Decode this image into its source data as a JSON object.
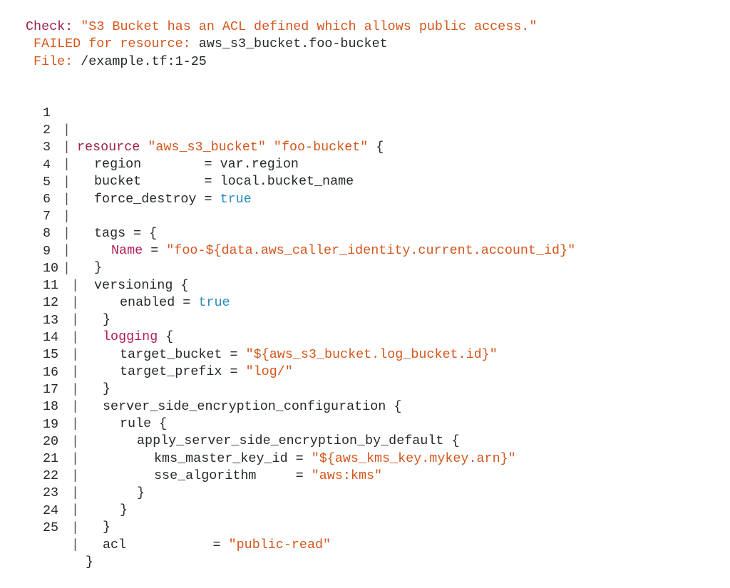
{
  "header": {
    "check_key": "Check:",
    "check_value": "\"S3 Bucket has an ACL defined which allows public access.\"",
    "failed_key": "FAILED for resource:",
    "failed_value": "aws_s3_bucket.foo-bucket",
    "file_key": "File:",
    "file_value": "/example.tf:1-25"
  },
  "colors": {
    "keyword": "#9d1f4b",
    "string": "#d4561c",
    "boolean": "#2a8bc1",
    "text": "#24292e"
  },
  "code": {
    "l1": {
      "n": "1",
      "bar": "|",
      "a": "resource ",
      "b": "\"aws_s3_bucket\" \"foo-bucket\"",
      "c": " {"
    },
    "l2": {
      "n": "2",
      "bar": "|",
      "a": "region        = var.region"
    },
    "l3": {
      "n": "3",
      "bar": "|",
      "a": "bucket        = local.bucket_name"
    },
    "l4": {
      "n": "4",
      "bar": "|",
      "a": "force_destroy = ",
      "b": "true"
    },
    "l5": {
      "n": "5",
      "bar": "|"
    },
    "l6": {
      "n": "6",
      "bar": "|",
      "a": "tags = {"
    },
    "l7": {
      "n": "7",
      "bar": "|",
      "a": "Name",
      "b": " = ",
      "c": "\"foo-${data.aws_caller_identity.current.account_id}\""
    },
    "l8": {
      "n": "8",
      "bar": "|",
      "a": "}"
    },
    "l9": {
      "n": "9",
      "bar": "|",
      "a": "versioning {"
    },
    "l10": {
      "n": "10",
      "bar": "|",
      "a": "enabled = ",
      "b": "true"
    },
    "l11": {
      "n": "11",
      "bar": "|",
      "a": "}"
    },
    "l12": {
      "n": "12",
      "bar": "|",
      "a": "logging",
      "b": " {"
    },
    "l13": {
      "n": "13",
      "bar": "|",
      "a": "target_bucket = ",
      "b": "\"${aws_s3_bucket.log_bucket.id}\""
    },
    "l14": {
      "n": "14",
      "bar": "|",
      "a": "target_prefix = ",
      "b": "\"log/\""
    },
    "l15": {
      "n": "15",
      "bar": "|",
      "a": "}"
    },
    "l16": {
      "n": "16",
      "bar": "|",
      "a": "server_side_encryption_configuration {"
    },
    "l17": {
      "n": "17",
      "bar": "|",
      "a": "rule {"
    },
    "l18": {
      "n": "18",
      "bar": "|",
      "a": "apply_server_side_encryption_by_default {"
    },
    "l19": {
      "n": "19",
      "bar": "|",
      "a": "kms_master_key_id = ",
      "b": "\"${aws_kms_key.mykey.arn}\""
    },
    "l20": {
      "n": "20",
      "bar": "|",
      "a": "sse_algorithm     = ",
      "b": "\"aws:kms\""
    },
    "l21": {
      "n": "21",
      "bar": "|",
      "a": "}"
    },
    "l22": {
      "n": "22",
      "bar": "|",
      "a": "}"
    },
    "l23": {
      "n": "23",
      "bar": "|",
      "a": "}"
    },
    "l24": {
      "n": "24",
      "bar": "|",
      "a": "acl           = ",
      "b": "\"public-read\""
    },
    "l25": {
      "n": "25",
      "bar": "|",
      "a": "}"
    }
  }
}
